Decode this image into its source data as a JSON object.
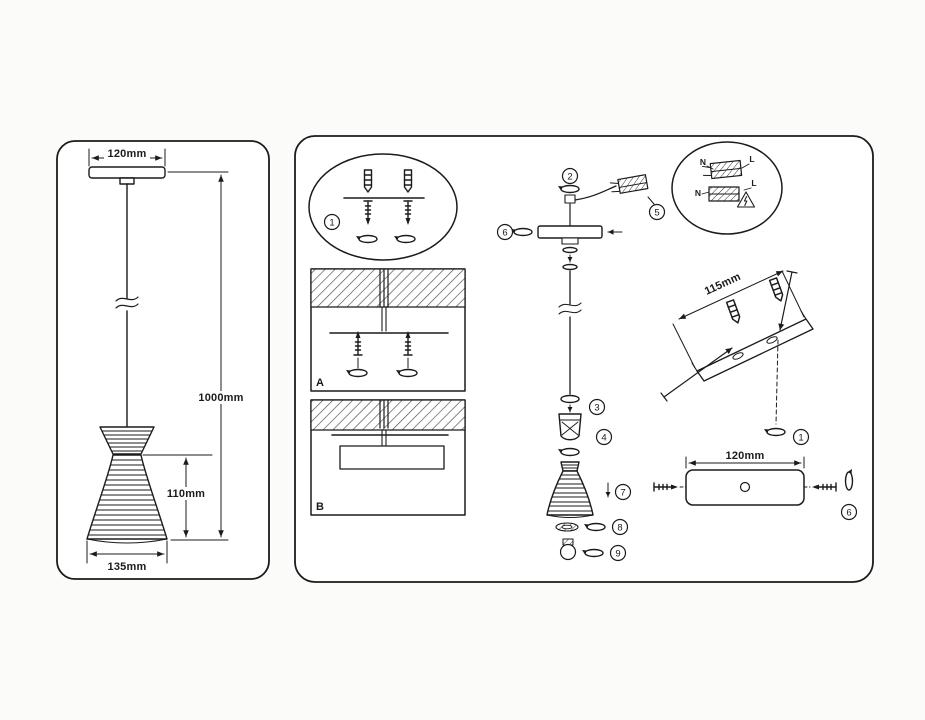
{
  "page": {
    "background": "#fbfbfa",
    "line_color": "#1b1b1b"
  },
  "left_panel": {
    "dim_canopy_width": "120mm",
    "dim_cable_length": "1000mm",
    "dim_shade_height": "110mm",
    "dim_shade_diameter": "135mm"
  },
  "right_panel": {
    "detail_a_label": "A",
    "detail_b_label": "B",
    "dim_bracket_holes": "115mm",
    "dim_canopy_plate": "120mm",
    "wiring": {
      "n_top": "N",
      "l_top": "L",
      "n_bottom": "N",
      "l_bottom": "L"
    },
    "callouts": {
      "c1": "1",
      "c2": "2",
      "c3": "3",
      "c4": "4",
      "c5": "5",
      "c6": "6",
      "c7": "7",
      "c8": "8",
      "c9": "9"
    }
  }
}
